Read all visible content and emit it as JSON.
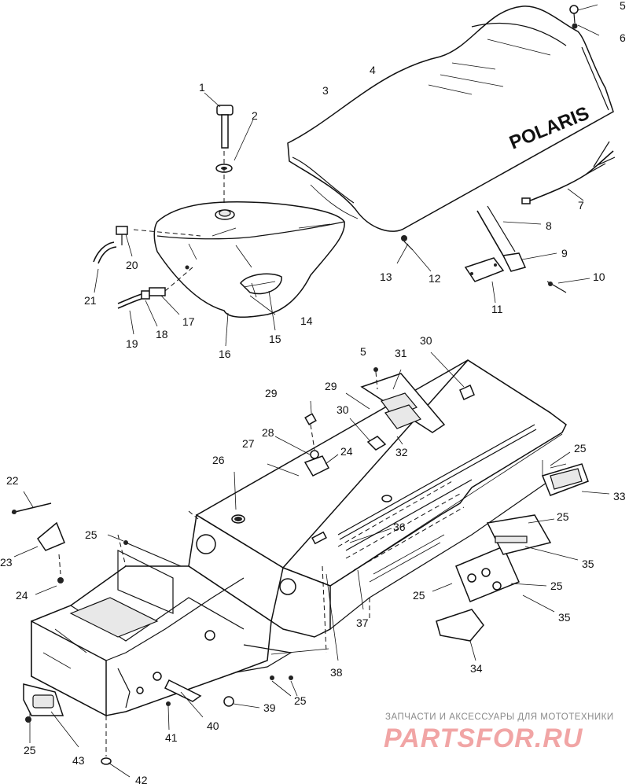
{
  "diagram": {
    "brand_text": "POLARIS",
    "callouts": [
      {
        "id": "c1",
        "text": "1"
      },
      {
        "id": "c2",
        "text": "2"
      },
      {
        "id": "c3",
        "text": "3"
      },
      {
        "id": "c4",
        "text": "4"
      },
      {
        "id": "c5a",
        "text": "5"
      },
      {
        "id": "c6",
        "text": "6"
      },
      {
        "id": "c7",
        "text": "7"
      },
      {
        "id": "c8",
        "text": "8"
      },
      {
        "id": "c9",
        "text": "9"
      },
      {
        "id": "c10",
        "text": "10"
      },
      {
        "id": "c11",
        "text": "11"
      },
      {
        "id": "c12",
        "text": "12"
      },
      {
        "id": "c13",
        "text": "13"
      },
      {
        "id": "c14",
        "text": "14"
      },
      {
        "id": "c15",
        "text": "15"
      },
      {
        "id": "c16",
        "text": "16"
      },
      {
        "id": "c17",
        "text": "17"
      },
      {
        "id": "c18",
        "text": "18"
      },
      {
        "id": "c19",
        "text": "19"
      },
      {
        "id": "c20",
        "text": "20"
      },
      {
        "id": "c21",
        "text": "21"
      },
      {
        "id": "c5b",
        "text": "5"
      },
      {
        "id": "c31",
        "text": "31"
      },
      {
        "id": "c30a",
        "text": "30"
      },
      {
        "id": "c29a",
        "text": "29"
      },
      {
        "id": "c29b",
        "text": "29"
      },
      {
        "id": "c30b",
        "text": "30"
      },
      {
        "id": "c32",
        "text": "32"
      },
      {
        "id": "c28",
        "text": "28"
      },
      {
        "id": "c24a",
        "text": "24"
      },
      {
        "id": "c27",
        "text": "27"
      },
      {
        "id": "c26",
        "text": "26"
      },
      {
        "id": "c22",
        "text": "22"
      },
      {
        "id": "c23",
        "text": "23"
      },
      {
        "id": "c24b",
        "text": "24"
      },
      {
        "id": "c25a",
        "text": "25"
      },
      {
        "id": "c25b",
        "text": "25"
      },
      {
        "id": "c33",
        "text": "33"
      },
      {
        "id": "c25c",
        "text": "25"
      },
      {
        "id": "c36",
        "text": "36"
      },
      {
        "id": "c35a",
        "text": "35"
      },
      {
        "id": "c25d",
        "text": "25"
      },
      {
        "id": "c25e",
        "text": "25"
      },
      {
        "id": "c35b",
        "text": "35"
      },
      {
        "id": "c37",
        "text": "37"
      },
      {
        "id": "c34",
        "text": "34"
      },
      {
        "id": "c38",
        "text": "38"
      },
      {
        "id": "c25f",
        "text": "25"
      },
      {
        "id": "c39",
        "text": "39"
      },
      {
        "id": "c40",
        "text": "40"
      },
      {
        "id": "c41",
        "text": "41"
      },
      {
        "id": "c25g",
        "text": "25"
      },
      {
        "id": "c43",
        "text": "43"
      },
      {
        "id": "c42",
        "text": "42"
      }
    ]
  },
  "watermark": {
    "tagline": "ЗАПЧАСТИ И АКСЕССУАРЫ ДЛЯ МОТОТЕХНИКИ",
    "site": "PARTSFOR.RU",
    "color": "#e86a6a"
  }
}
